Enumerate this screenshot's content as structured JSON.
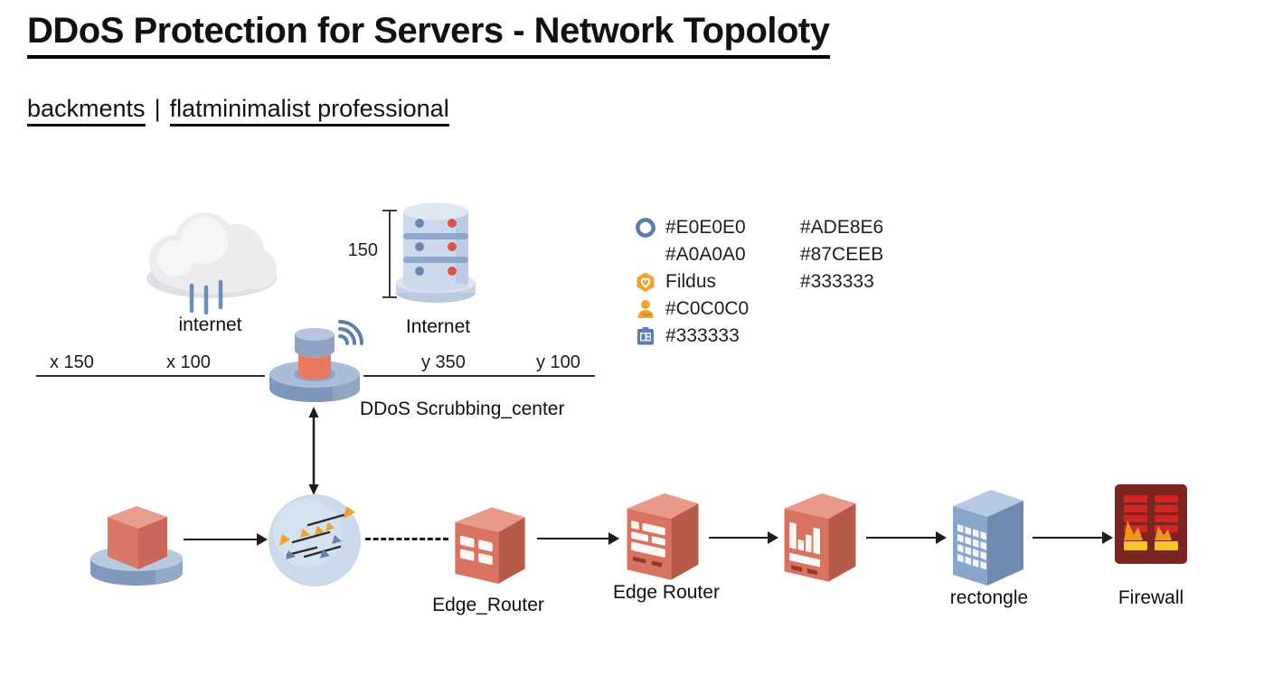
{
  "header": {
    "title": "DDoS Protection for Servers - Network Topoloty",
    "subtitle_left": "backments",
    "subtitle_separator": "|",
    "subtitle_right": "flatminimalist professional"
  },
  "nodes": {
    "cloud": {
      "label": "internet"
    },
    "server": {
      "label": "Internet",
      "dimension": "150"
    },
    "scrubbing": {
      "label": "DDoS Scrubbing_center"
    },
    "edge_router_1": {
      "label": "Edge_Router"
    },
    "edge_router_2": {
      "label": "Edge Router"
    },
    "building": {
      "label": "rectongle"
    },
    "firewall": {
      "label": "Firewall"
    }
  },
  "coords": {
    "x1": "x 150",
    "x2": "x 100",
    "y1": "y 350",
    "y2": "y 100"
  },
  "legend": {
    "rows": [
      {
        "icon": "sync-icon",
        "c1": "#E0E0E0",
        "c2": "#ADE8E6"
      },
      {
        "icon": "",
        "c1": "#A0A0A0",
        "c2": "#87CEEB"
      },
      {
        "icon": "hexagon-heart-icon",
        "c1": "Fildus",
        "c2": "#333333"
      },
      {
        "icon": "person-icon",
        "c1": "#C0C0C0",
        "c2": ""
      },
      {
        "icon": "id-card-icon",
        "c1": "#333333",
        "c2": ""
      }
    ]
  },
  "icons": {
    "legend": [
      "sync-icon",
      "hexagon-heart-icon",
      "person-icon",
      "id-card-icon"
    ],
    "diagram": [
      "internet-cloud-icon",
      "server-stack-icon",
      "scrubbing-center-icon",
      "traffic-filter-icon",
      "cube-button-icon",
      "edge-router-icon",
      "chart-server-icon",
      "building-icon",
      "firewall-icon"
    ]
  },
  "colors": {
    "ink": "#1c1c1c",
    "node_red": "#d97361",
    "node_red_side": "#b85a49",
    "node_blue": "#8aa5ca",
    "disc_blue": "#7f9abd",
    "firewall_bg": "#7c241f",
    "firewall_bar": "#ce2621",
    "firewall_yellow": "#f5c42a",
    "legend_blue": "#5b7dad",
    "legend_orange": "#f2a42c",
    "cloud_gray": "#ececee"
  }
}
